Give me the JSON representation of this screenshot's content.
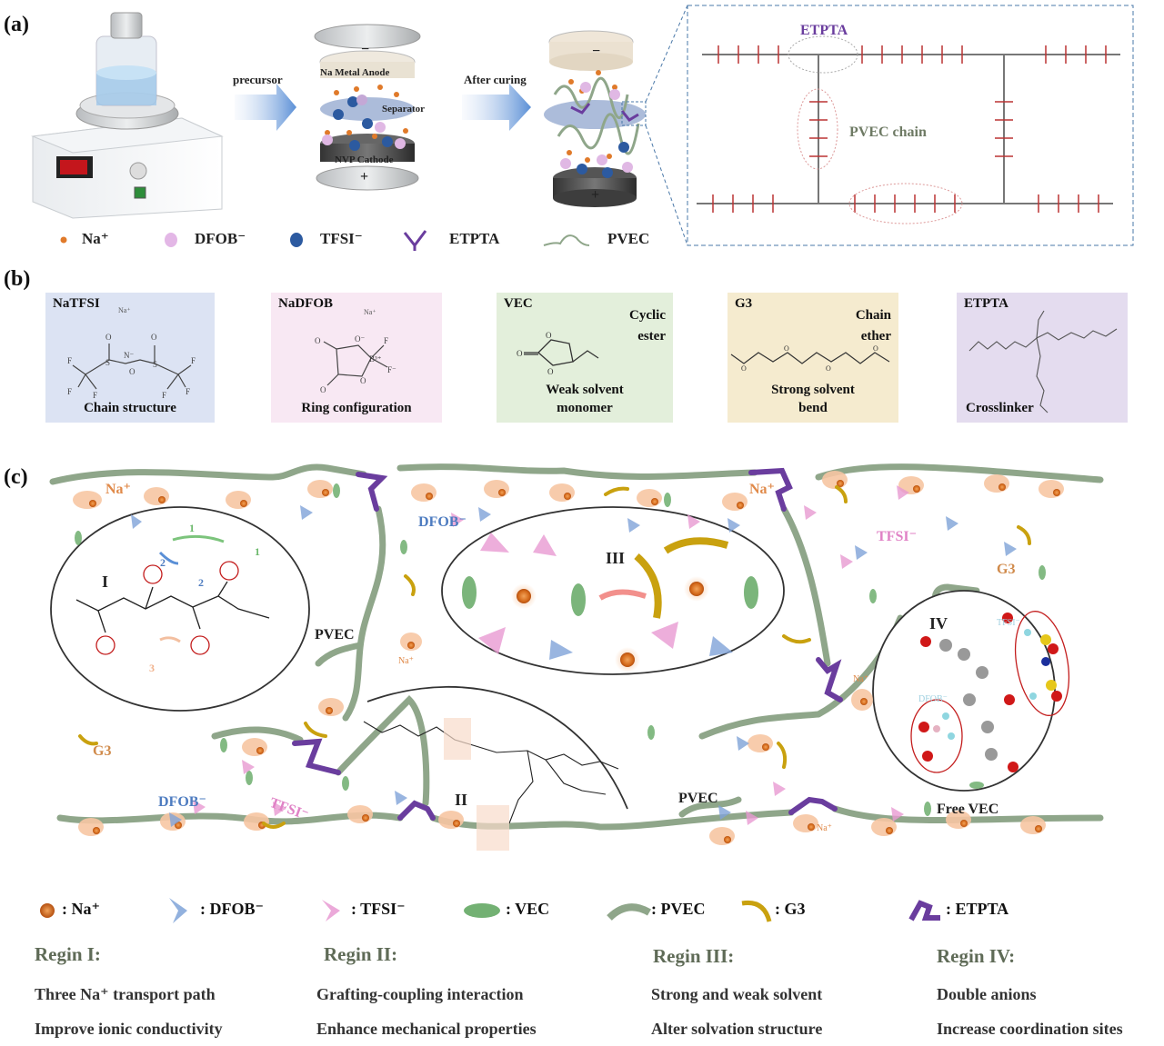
{
  "panels": {
    "a": {
      "label": "(a)",
      "arrow1": "precursor",
      "arrow2": "After curing",
      "cell_labels": {
        "anode": "Na Metal Anode",
        "separator": "Separator",
        "cathode": "NVP Cathode",
        "minus": "−",
        "plus": "+"
      },
      "inset": {
        "crosslinker_label": "ETPTA",
        "chain_label": "PVEC chain"
      },
      "legend": [
        {
          "icon": "sodium-ion-icon",
          "label": "Na⁺"
        },
        {
          "icon": "dfob-anion-icon",
          "label": "DFOB⁻"
        },
        {
          "icon": "tfsi-anion-icon",
          "label": "TFSI⁻"
        },
        {
          "icon": "etpta-icon",
          "label": "ETPTA"
        },
        {
          "icon": "pvec-icon",
          "label": "PVEC"
        }
      ]
    },
    "b": {
      "label": "(b)",
      "cards": [
        {
          "title": "NaTFSI",
          "note": "",
          "caption_lines": [
            "Chain structure"
          ],
          "bg": "#dce3f3"
        },
        {
          "title": "NaDFOB",
          "note": "",
          "caption_lines": [
            "Ring configuration"
          ],
          "bg": "#f8e8f3"
        },
        {
          "title": "VEC",
          "note_lines": [
            "Cyclic",
            "ester"
          ],
          "caption_lines": [
            "Weak solvent",
            "monomer"
          ],
          "bg": "#e3efdb"
        },
        {
          "title": "G3",
          "note_lines": [
            "Chain",
            "ether"
          ],
          "caption_lines": [
            "Strong solvent",
            "bend"
          ],
          "bg": "#f5ebcf"
        },
        {
          "title": "ETPTA",
          "note_lines": [],
          "caption_lines": [
            "Crosslinker"
          ],
          "bg": "#e4dcef"
        }
      ],
      "structure_atoms": {
        "na_plus": "Na⁺",
        "O": "O",
        "N": "N⁻",
        "S": "S",
        "F": "F",
        "B": "B³⁺"
      }
    },
    "c": {
      "label": "(c)",
      "region_numerals": [
        "I",
        "II",
        "III",
        "IV"
      ],
      "floating_labels": {
        "na_top": "Na⁺",
        "na_top_right": "Na⁺",
        "na_small_1": "Na⁺",
        "na_small_2": "Na⁺",
        "na_small_3": "Na⁺",
        "dfob_top": "DFOB⁻",
        "dfob_bottom": "DFOB⁻",
        "tfsi_right": "TFSI⁻",
        "tfsi_bottom": "TFSI⁻",
        "g3_right": "G3",
        "g3_left": "G3",
        "pvec_left": "PVEC",
        "pvec_right": "PVEC",
        "free_vec": "Free VEC",
        "iv_tfsi": "TFSI⁻",
        "iv_dfob": "DFOB⁻"
      },
      "path_numbers": [
        "1",
        "2",
        "3"
      ],
      "legend": [
        {
          "icon": "sodium-ion-icon",
          "label": ": Na⁺"
        },
        {
          "icon": "dfob-anion-icon",
          "label": ": DFOB⁻"
        },
        {
          "icon": "tfsi-anion-icon",
          "label": ": TFSI⁻"
        },
        {
          "icon": "vec-icon",
          "label": ": VEC"
        },
        {
          "icon": "pvec-icon",
          "label": ": PVEC"
        },
        {
          "icon": "g3-icon",
          "label": ": G3"
        },
        {
          "icon": "etpta-icon",
          "label": ": ETPTA"
        }
      ],
      "regions": [
        {
          "title": "Regin I:",
          "lines": [
            "Three Na⁺ transport path",
            "Improve ionic conductivity"
          ]
        },
        {
          "title": "Regin II:",
          "lines": [
            "Grafting-coupling interaction",
            "Enhance mechanical properties"
          ]
        },
        {
          "title": "Regin III:",
          "lines": [
            "Strong and weak solvent",
            "Alter solvation structure"
          ]
        },
        {
          "title": "Regin IV:",
          "lines": [
            "Double anions",
            "Increase coordination sites"
          ]
        }
      ]
    }
  },
  "colors": {
    "sodium": "#e07a2a",
    "dfob": "#7fa3d8",
    "tfsi": "#e89ad2",
    "vec": "#5aa35a",
    "pvec": "#8fa68a",
    "g3": "#c9a10f",
    "etpta": "#6a3d9e",
    "region_title": "#5f6b57",
    "inset_border": "#4a78a8"
  }
}
